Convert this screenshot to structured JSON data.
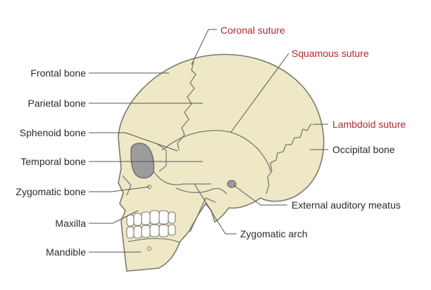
{
  "labels": {
    "frontal_bone": "Frontal bone",
    "parietal_bone": "Parietal bone",
    "sphenoid_bone": "Sphenoid bone",
    "temporal_bone": "Temporal bone",
    "zygomatic_bone": "Zygomatic bone",
    "maxilla": "Maxilla",
    "mandible": "Mandible",
    "coronal_suture": "Coronal suture",
    "squamous_suture": "Squamous suture",
    "lambdoid_suture": "Lambdoid suture",
    "occipital_bone": "Occipital bone",
    "external_auditory_meatus": "External auditory meatus",
    "zygomatic_arch": "Zygomatic arch"
  },
  "colors": {
    "bone_fill": "#efe8c6",
    "outline": "#7a7a6e",
    "suture_text": "#b3282d",
    "label_text": "#2b2b2b",
    "leader_line": "#555555",
    "orbit_fill": "#9c9c9c",
    "teeth_fill": "#ffffff"
  }
}
